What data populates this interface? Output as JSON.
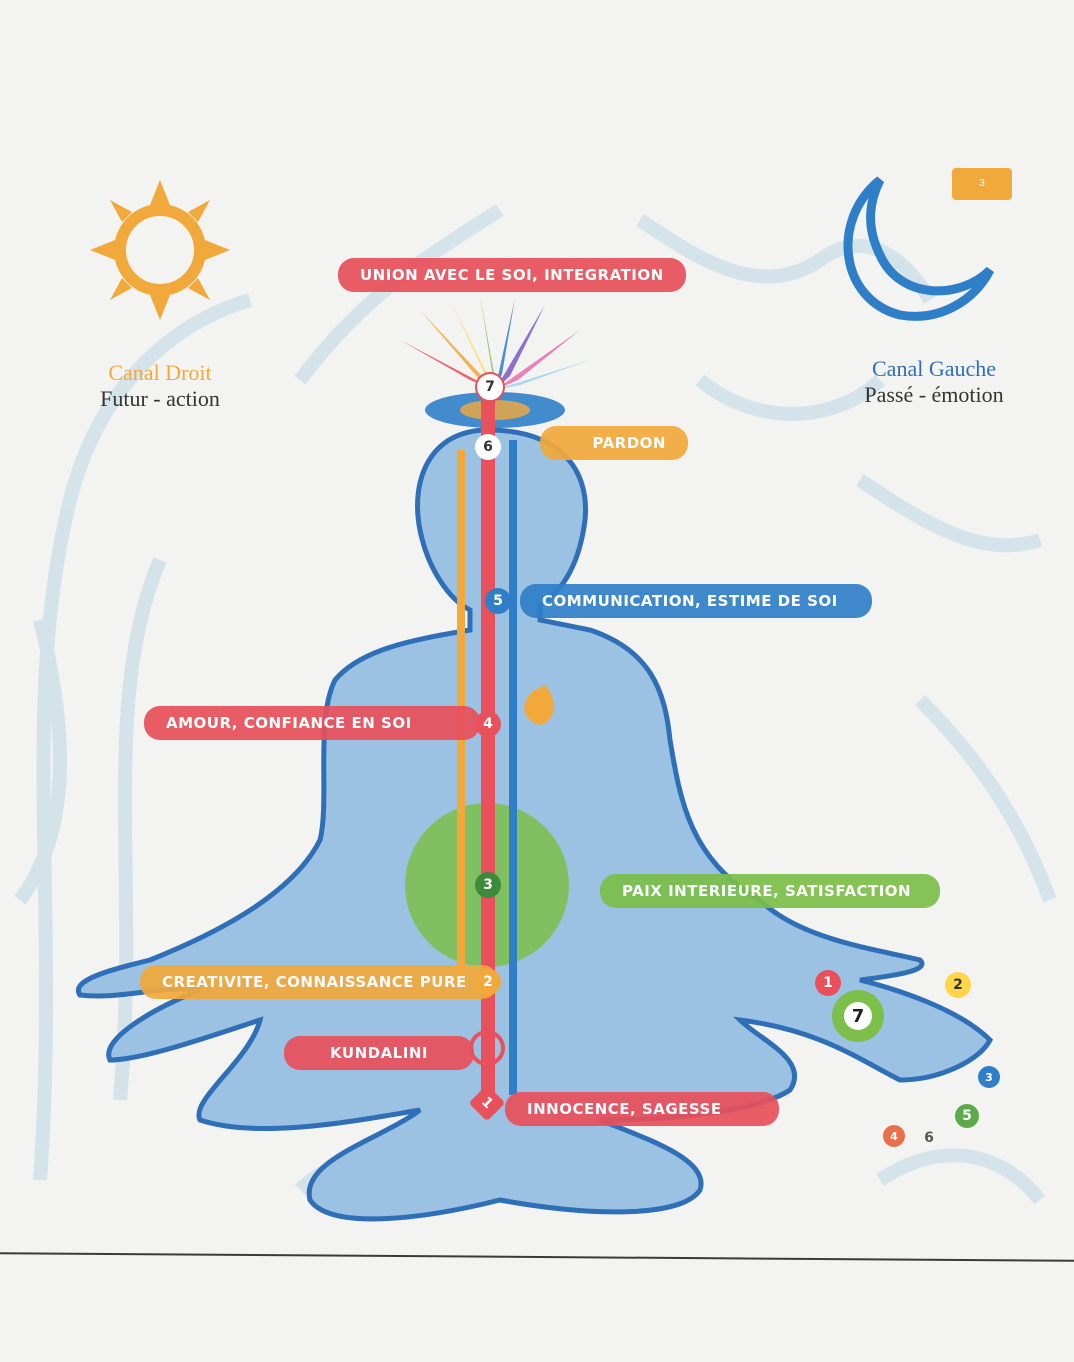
{
  "canal_droit": {
    "title": "Canal Droit",
    "subtitle": "Futur - action"
  },
  "canal_gauche": {
    "title": "Canal Gauche",
    "subtitle": "Passé - émotion"
  },
  "labels": {
    "union": "UNION AVEC LE SOI, INTEGRATION",
    "pardon": "PARDON",
    "communication": "COMMUNICATION, ESTIME DE SOI",
    "amour": "AMOUR, CONFIANCE EN SOI",
    "paix": "PAIX INTERIEURE, SATISFACTION",
    "creativite": "CREATIVITE, CONNAISSANCE PURE",
    "kundalini": "KUNDALINI",
    "innocence": "INNOCENCE, SAGESSE"
  },
  "chakra_numbers": [
    "7",
    "6",
    "5",
    "4",
    "3",
    "2",
    "1"
  ],
  "hand_numbers": {
    "n1": "1",
    "n2": "2",
    "n7": "7",
    "n6": "6",
    "n5": "5",
    "n4": "4",
    "n3": "3"
  },
  "badge": "3",
  "colors": {
    "red": "#e8505b",
    "orange": "#f2a93b",
    "blue": "#2f7fc8",
    "green": "#7cbf4a",
    "body": "#9cc2e3",
    "outline": "#2f6fb8"
  }
}
